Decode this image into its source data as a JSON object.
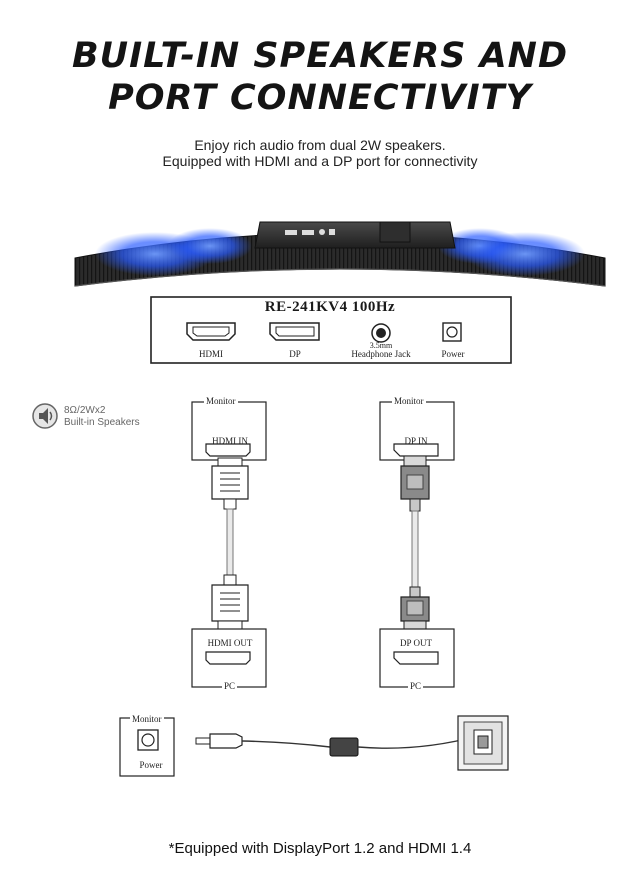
{
  "header": {
    "title_line1": "BUILT-IN SPEAKERS AND",
    "title_line2": "PORT CONNECTIVITY",
    "subtitle_line1": "Enjoy rich audio from dual 2W speakers.",
    "subtitle_line2": "Equipped with HDMI and a DP port for connectivity"
  },
  "port_panel": {
    "model": "RE-241KV4 100Hz",
    "ports": [
      {
        "label": "HDMI"
      },
      {
        "label": "DP"
      },
      {
        "label_line1": "3.5mm",
        "label_line2": "Headphone Jack"
      },
      {
        "label": "Power"
      }
    ]
  },
  "speaker_badge": {
    "icon": "speaker-icon",
    "line1": "8Ω/2Wx2",
    "line2": "Built-in Speakers"
  },
  "hdmi_diagram": {
    "top_frame": "Monitor",
    "top_port": "HDMI IN",
    "bottom_frame": "PC",
    "bottom_port": "HDMI OUT"
  },
  "dp_diagram": {
    "top_frame": "Monitor",
    "top_port": "DP IN",
    "bottom_frame": "PC",
    "bottom_port": "DP OUT"
  },
  "power_diagram": {
    "frame": "Monitor",
    "port": "Power"
  },
  "footnote": "*Equipped with DisplayPort 1.2 and HDMI 1.4",
  "colors": {
    "speaker_glow": "#2a5cff",
    "monitor_body": "#2b2b2b",
    "line": "#333333"
  }
}
